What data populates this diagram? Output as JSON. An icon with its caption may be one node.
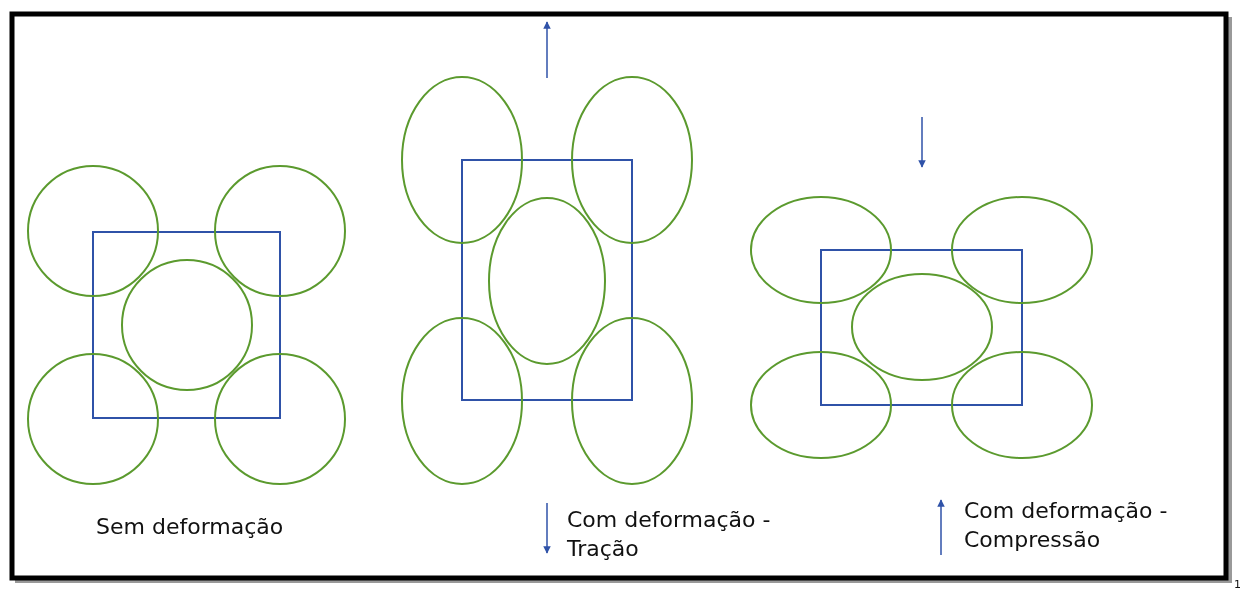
{
  "diagram": {
    "labels": [
      "Sem deformação",
      "Com deformação - Tração",
      "Com deformação - Compressão",
      "1"
    ]
  }
}
